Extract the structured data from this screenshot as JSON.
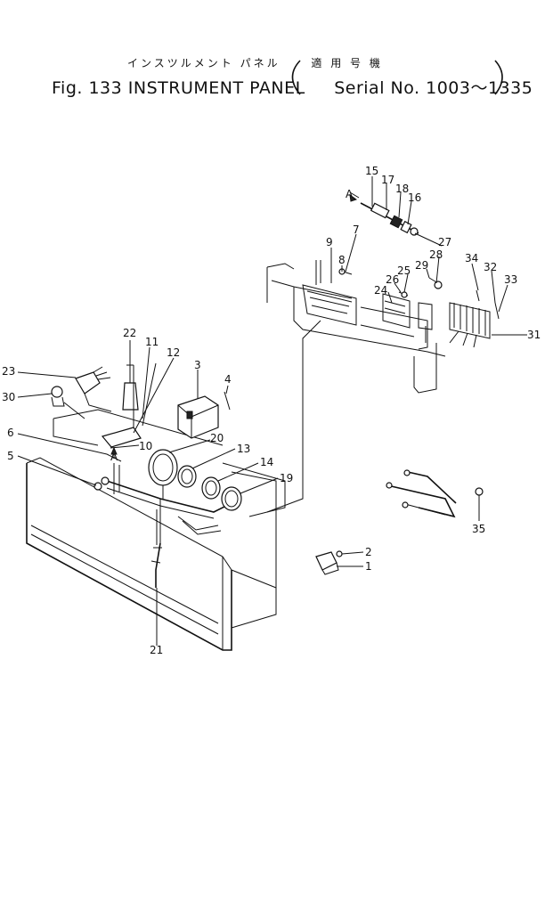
{
  "title": {
    "japanese": "インスツルメント パネル",
    "applicability_jp": "適 用 号 機",
    "figure": "Fig. 133",
    "name": "INSTRUMENT PANEL",
    "serial": "Serial No. 1003～1335"
  },
  "callouts": {
    "c1": "1",
    "c2": "2",
    "c3": "3",
    "c4": "4",
    "c5": "5",
    "c6": "6",
    "c7": "7",
    "c8": "8",
    "c9": "9",
    "c10": "10",
    "c11": "11",
    "c12": "12",
    "c13": "13",
    "c14": "14",
    "c15": "15",
    "c16": "16",
    "c17": "17",
    "c18": "18",
    "c19": "19",
    "c20": "20",
    "c21": "21",
    "c22": "22",
    "c23": "23",
    "c24": "24",
    "c25": "25",
    "c26": "26",
    "c27": "27",
    "c28": "28",
    "c29": "29",
    "c30": "30",
    "c31": "31",
    "c32": "32",
    "c33": "33",
    "c34": "34",
    "c35": "35",
    "arrowA_top": "A",
    "arrowA_left": "A"
  }
}
